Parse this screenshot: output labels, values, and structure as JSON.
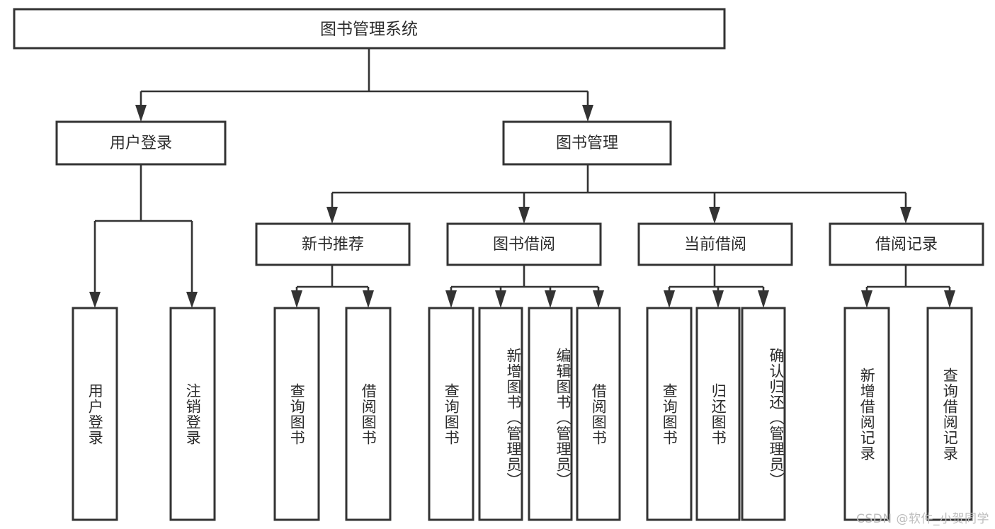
{
  "diagram": {
    "type": "tree",
    "title_node": {
      "label": "图书管理系统"
    },
    "level2": [
      {
        "label": "用户登录"
      },
      {
        "label": "图书管理"
      }
    ],
    "level3": [
      {
        "label": "新书推荐"
      },
      {
        "label": "图书借阅"
      },
      {
        "label": "当前借阅"
      },
      {
        "label": "借阅记录"
      }
    ],
    "leaves": {
      "user_login": [
        {
          "label": "用户登录"
        },
        {
          "label": "注销登录"
        }
      ],
      "new_book_recommend": [
        {
          "label": "查询图书"
        },
        {
          "label": "借阅图书"
        }
      ],
      "book_borrow": [
        {
          "label": "查询图书"
        },
        {
          "label": "新增图书（管理员）"
        },
        {
          "label": "编辑图书（管理员）"
        },
        {
          "label": "借阅图书"
        }
      ],
      "current_borrow": [
        {
          "label": "查询图书"
        },
        {
          "label": "归还图书"
        },
        {
          "label": "确认归还（管理员）"
        }
      ],
      "borrow_record": [
        {
          "label": "新增借阅记录"
        },
        {
          "label": "查询借阅记录"
        }
      ]
    }
  },
  "watermark": {
    "text": "CSDN @软件_小贺同学"
  },
  "colors": {
    "stroke": "#333333",
    "fill": "#ffffff",
    "text": "#2b2b2b",
    "watermark": "#bdbdbd"
  }
}
